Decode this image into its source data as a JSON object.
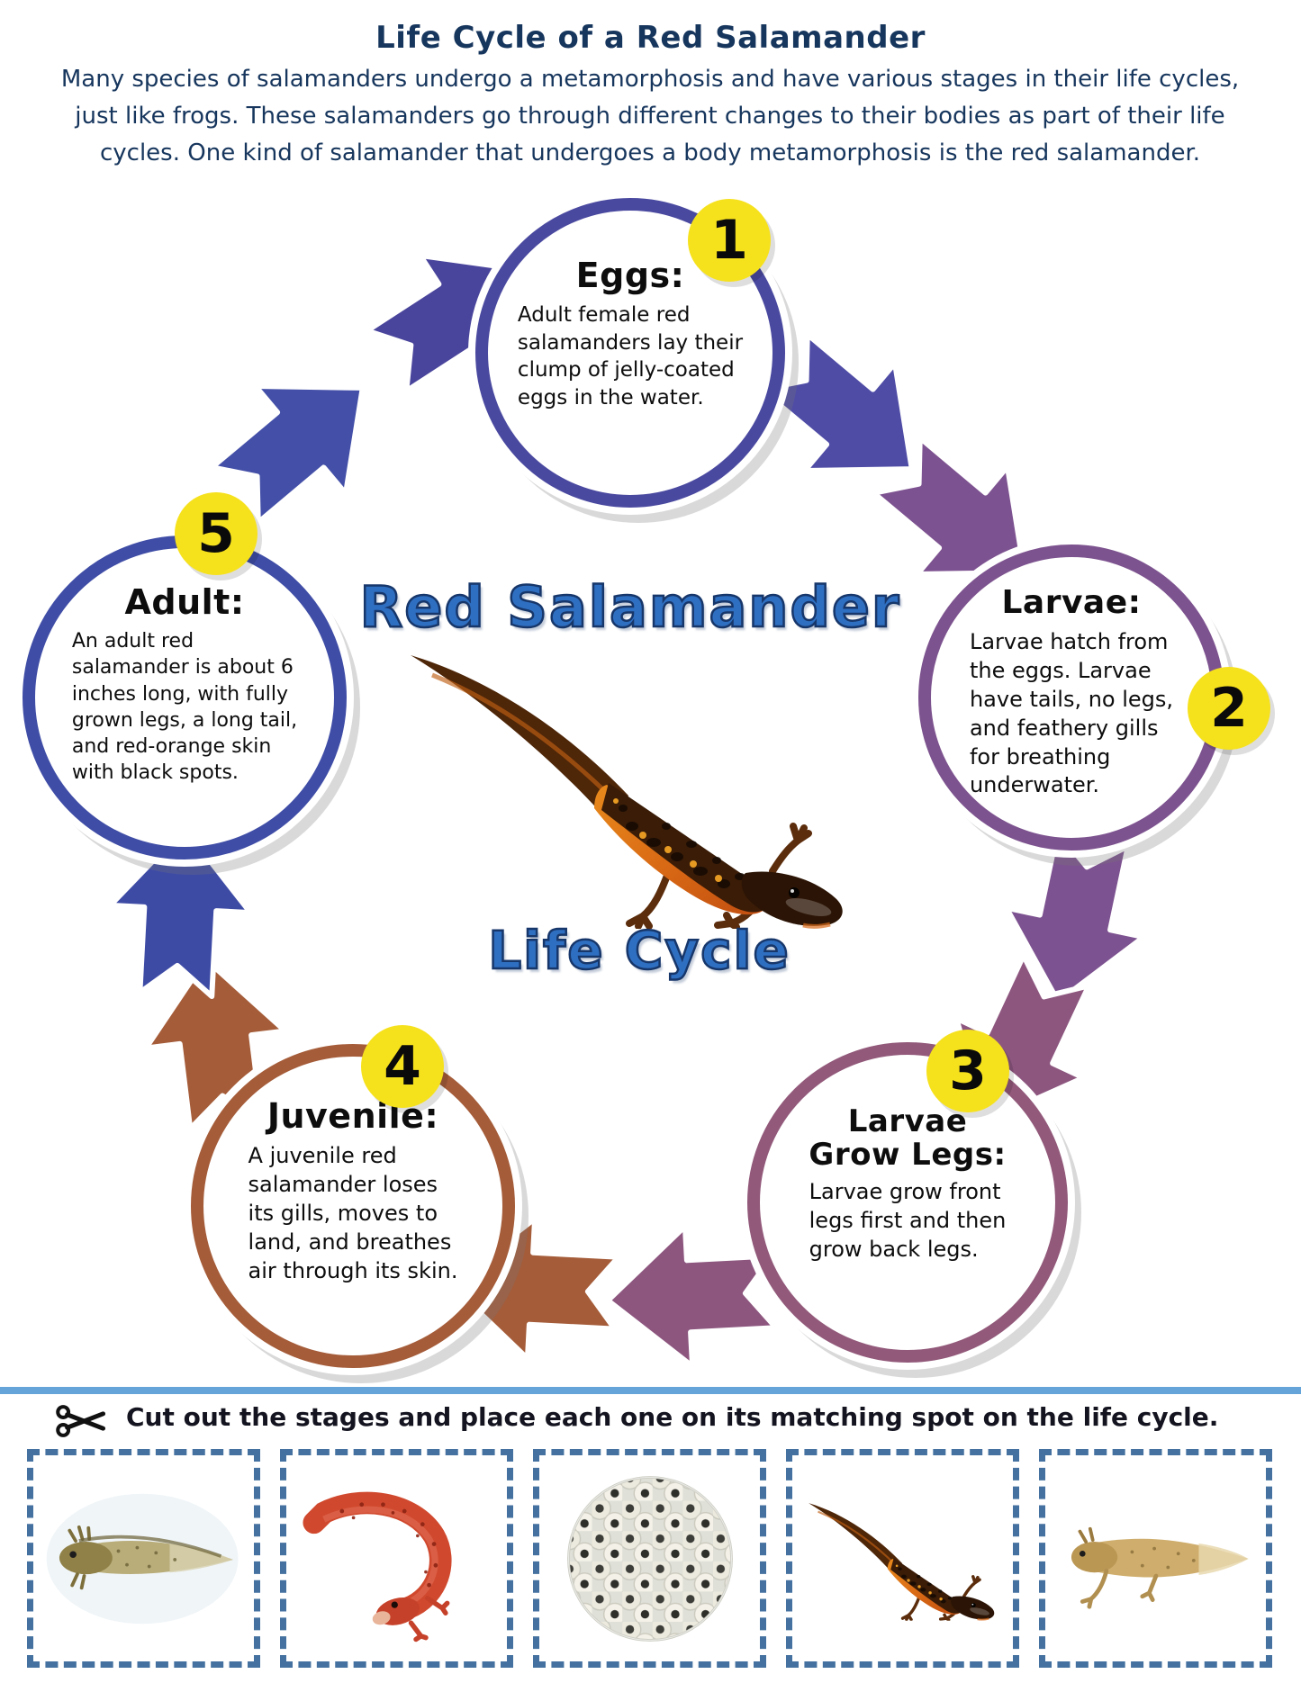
{
  "header": {
    "title": "Life Cycle of a Red Salamander",
    "intro": "Many species of salamanders undergo a metamorphosis and have various stages in their life cycles, just like frogs. These salamanders go through different changes to their bodies as part of their life cycles. One kind of salamander that undergoes a body metamorphosis is the red salamander."
  },
  "cycle": {
    "center_title": "Red Salamander",
    "center_subtitle": "Life Cycle",
    "center_image": "red-salamander-photo",
    "badge_color": "#f6e11d",
    "arrow_colors": {
      "blue": "#4450a8",
      "indigo": "#4a459c",
      "purple": "#7d5290",
      "plum": "#8d567f",
      "brown": "#a55c39"
    },
    "stages": [
      {
        "number": "1",
        "heading": "Eggs:",
        "ring_color": "#4a49a0",
        "description": "Adult female red\nsalamanders lay their\nclump of jelly-coated\neggs in the water."
      },
      {
        "number": "2",
        "heading": "Larvae:",
        "ring_color": "#7d538f",
        "description": "Larvae hatch from\nthe eggs. Larvae\nhave tails, no legs,\nand feathery gills\nfor breathing\nunderwater."
      },
      {
        "number": "3",
        "heading": "Larvae\nGrow Legs:",
        "ring_color": "#92597a",
        "description": "Larvae grow front\nlegs first and then\ngrow back legs."
      },
      {
        "number": "4",
        "heading": "Juvenile:",
        "ring_color": "#a55c39",
        "description": "A juvenile red\nsalamander loses\nits gills, moves to\nland, and breathes\nair through its skin."
      },
      {
        "number": "5",
        "heading": "Adult:",
        "ring_color": "#3f4da6",
        "description": "An adult red\nsalamander is about 6\ninches long, with fully\ngrown legs, a long tail,\nand red-orange skin\nwith black spots."
      }
    ]
  },
  "cutout": {
    "instruction": "Cut out the stages and place each one on its matching spot on the life cycle.",
    "divider_color": "#64a4d8",
    "box_border_color": "#44719f",
    "boxes": [
      {
        "image": "salamander-larva-photo"
      },
      {
        "image": "juvenile-red-salamander-photo"
      },
      {
        "image": "egg-clump-photo"
      },
      {
        "image": "adult-red-salamander-photo"
      },
      {
        "image": "larva-with-legs-photo"
      }
    ]
  }
}
